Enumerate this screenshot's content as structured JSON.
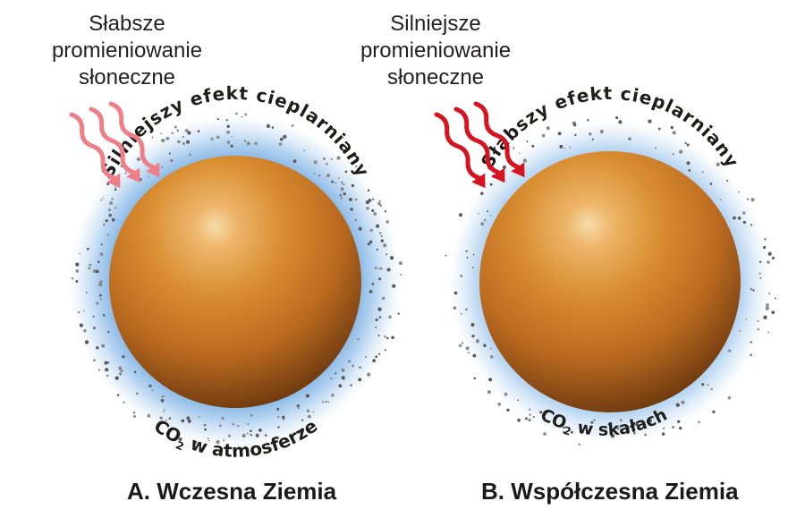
{
  "panels": [
    {
      "radiation_label": [
        "Słabsze",
        "promieniowanie",
        "słoneczne"
      ],
      "effect_label": "Silniejszy efekt cieplarniany",
      "co2_prefix": "CO",
      "co2_sub": "2",
      "co2_suffix": " w atmosferze",
      "caption": "A. Wczesna Ziemia",
      "arrow_color": "#ef7f87",
      "arrow_strength": "weaker"
    },
    {
      "radiation_label": [
        "Silniejsze",
        "promieniowanie",
        "słoneczne"
      ],
      "effect_label": "Słabszy efekt cieplarniany",
      "co2_prefix": "CO",
      "co2_sub": "2",
      "co2_suffix": " w skałach",
      "caption": "B. Współczesna Ziemia",
      "arrow_color": "#d6141f",
      "arrow_strength": "stronger"
    }
  ],
  "colors": {
    "atmosphere": "#6fa8df",
    "planet_core": "#f3d7a3",
    "planet_mid": "#d5862b",
    "planet_edge": "#7a4214",
    "text": "#231f20"
  }
}
